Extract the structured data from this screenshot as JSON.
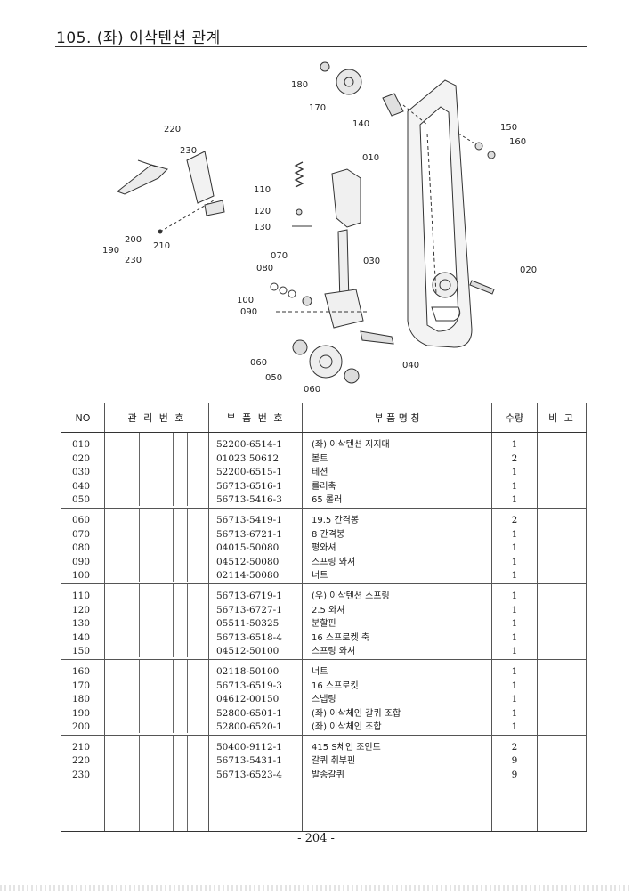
{
  "page": {
    "title": "105. (좌) 이삭텐션 관계",
    "page_number": "- 204 -"
  },
  "diagram": {
    "callouts": [
      "180",
      "170",
      "140",
      "150",
      "160",
      "220",
      "230",
      "010",
      "110",
      "120",
      "130",
      "200",
      "210",
      "190",
      "230",
      "070",
      "080",
      "030",
      "100",
      "090",
      "020",
      "060",
      "050",
      "060",
      "040"
    ]
  },
  "table": {
    "headers": {
      "no": "NO",
      "mgmt": "관 리 번 호",
      "part_no": "부 품 번 호",
      "name": "부    품    명    칭",
      "qty": "수량",
      "note": "비 고"
    },
    "groups": [
      {
        "rows": [
          {
            "no": "010",
            "part": "52200-6514-1",
            "name": "(좌) 이삭텐션 지지대",
            "qty": "1"
          },
          {
            "no": "020",
            "part": "01023 50612",
            "name": "볼트",
            "qty": "2"
          },
          {
            "no": "030",
            "part": "52200-6515-1",
            "name": "테션",
            "qty": "1"
          },
          {
            "no": "040",
            "part": "56713-6516-1",
            "name": "롤러축",
            "qty": "1"
          },
          {
            "no": "050",
            "part": "56713-5416-3",
            "name": "65 롤러",
            "qty": "1"
          }
        ]
      },
      {
        "rows": [
          {
            "no": "060",
            "part": "56713-5419-1",
            "name": "19.5 간격봉",
            "qty": "2"
          },
          {
            "no": "070",
            "part": "56713-6721-1",
            "name": "8 간격봉",
            "qty": "1"
          },
          {
            "no": "080",
            "part": "04015-50080",
            "name": "평와셔",
            "qty": "1"
          },
          {
            "no": "090",
            "part": "04512-50080",
            "name": "스프링 와셔",
            "qty": "1"
          },
          {
            "no": "100",
            "part": "02114-50080",
            "name": "너트",
            "qty": "1"
          }
        ]
      },
      {
        "rows": [
          {
            "no": "110",
            "part": "56713-6719-1",
            "name": "(우) 이삭텐션 스프링",
            "qty": "1"
          },
          {
            "no": "120",
            "part": "56713-6727-1",
            "name": "2.5 와셔",
            "qty": "1"
          },
          {
            "no": "130",
            "part": "05511-50325",
            "name": "분할핀",
            "qty": "1"
          },
          {
            "no": "140",
            "part": "56713-6518-4",
            "name": "16 스프로켓 축",
            "qty": "1"
          },
          {
            "no": "150",
            "part": "04512-50100",
            "name": "스프링 와셔",
            "qty": "1"
          }
        ]
      },
      {
        "rows": [
          {
            "no": "160",
            "part": "02118-50100",
            "name": "너트",
            "qty": "1"
          },
          {
            "no": "170",
            "part": "56713-6519-3",
            "name": "16 스프로킷",
            "qty": "1"
          },
          {
            "no": "180",
            "part": "04612-00150",
            "name": "스냅링",
            "qty": "1"
          },
          {
            "no": "190",
            "part": "52800-6501-1",
            "name": "(좌) 이삭체인 갈퀴 조합",
            "qty": "1"
          },
          {
            "no": "200",
            "part": "52800-6520-1",
            "name": "(좌) 이삭체인 조합",
            "qty": "1"
          }
        ]
      },
      {
        "rows": [
          {
            "no": "210",
            "part": "50400-9112-1",
            "name": "415 S체인 조인트",
            "qty": "2"
          },
          {
            "no": "220",
            "part": "56713-5431-1",
            "name": "갈퀴 취부핀",
            "qty": "9"
          },
          {
            "no": "230",
            "part": "56713-6523-4",
            "name": "발송갈퀴",
            "qty": "9"
          }
        ]
      }
    ]
  }
}
